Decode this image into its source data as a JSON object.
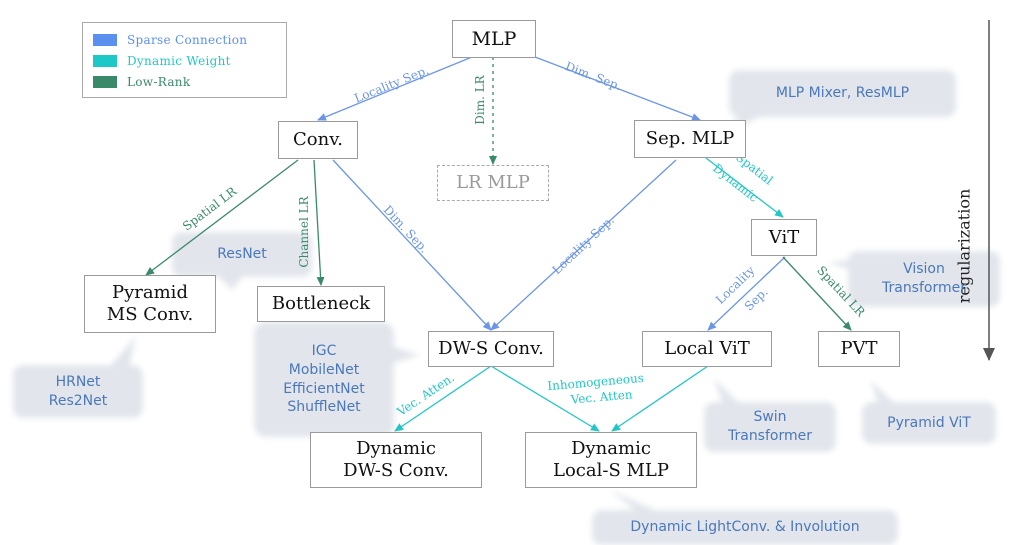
{
  "legend": [
    {
      "label": "Sparse Connection",
      "color": "#5b8ff0"
    },
    {
      "label": "Dynamic Weight",
      "color": "#1ec8c8"
    },
    {
      "label": "Low-Rank",
      "color": "#3a8a6a"
    }
  ],
  "colors": {
    "sparse": "#6b95e8",
    "dynamic": "#22c6c6",
    "lowrank": "#3a8a6a",
    "callout_bg": "#e4e8ee",
    "callout_text": "#4a78b8"
  },
  "axis_label": "regularization",
  "nodes": {
    "mlp": "MLP",
    "conv": "Conv.",
    "lr_mlp": "LR MLP",
    "sep_mlp": "Sep. MLP",
    "vit": "ViT",
    "pyramid": "Pyramid\nMS Conv.",
    "bottleneck": "Bottleneck",
    "dws_conv": "DW-S Conv.",
    "local_vit": "Local ViT",
    "pvt": "PVT",
    "dyn_dws": "Dynamic\nDW-S Conv.",
    "dyn_local": "Dynamic\nLocal-S MLP"
  },
  "edges": {
    "locality_sep": "Locality Sep.",
    "dim_sep": "Dim. Sep.",
    "dim_lr": "Dim. LR",
    "spatial_lr": "Spatial LR",
    "channel_lr": "Channel LR",
    "conv_dim_sep": "Dim. Sep.",
    "sepmlp_locality_sep": "Locality Sep.",
    "spatial_dynamic_1": "Spatial",
    "spatial_dynamic_2": "Dynamic",
    "locality_1": "Locality",
    "locality_2": "Sep.",
    "vit_spatial_lr": "Spatial LR",
    "vec_atten": "Vec. Atten.",
    "inhomo_1": "Inhomogeneous",
    "inhomo_2": "Vec. Atten"
  },
  "callouts": {
    "mlp_mixer": "MLP Mixer, ResMLP",
    "resnet": "ResNet",
    "vision_transformer": "Vision\nTransformer",
    "hrnet": "HRNet\nRes2Net",
    "igc": "IGC\nMobileNet\nEfficientNet\nShuffleNet",
    "swin": "Swin\nTransformer",
    "pyramid_vit": "Pyramid ViT",
    "dynamic_lightconv": "Dynamic LightConv.  & Involution"
  }
}
